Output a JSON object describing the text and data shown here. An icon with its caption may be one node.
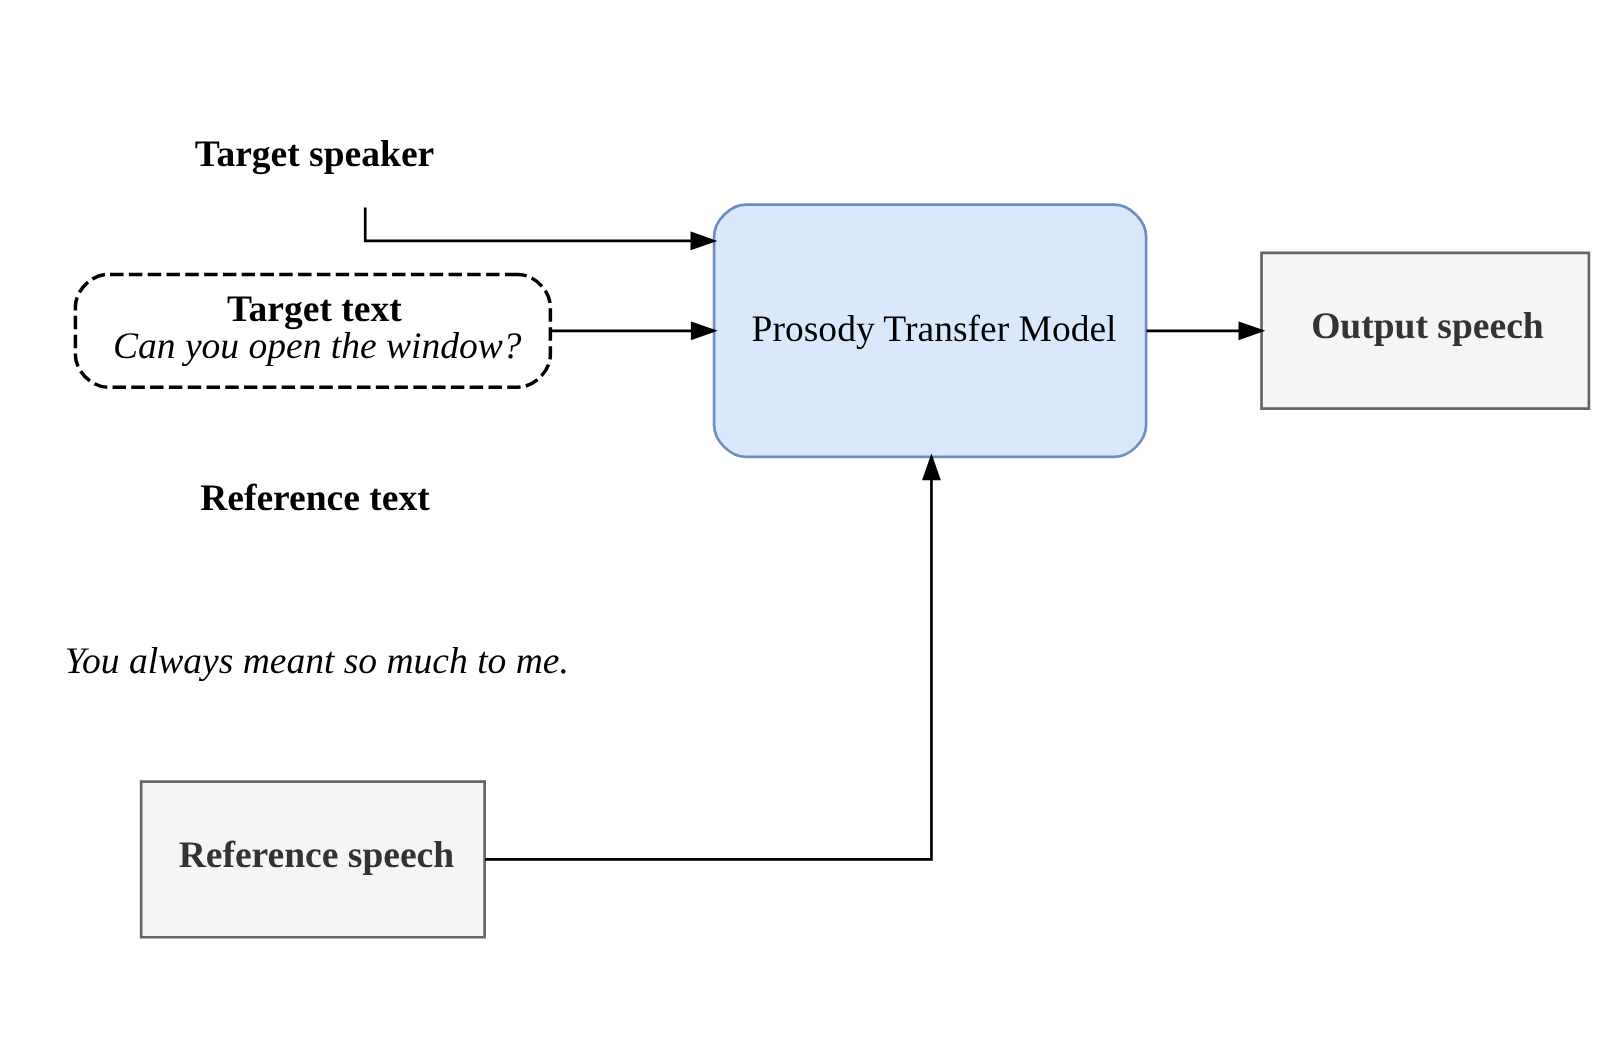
{
  "diagram": {
    "nodes": [
      {
        "text": [
          "Target speaker"
        ]
      },
      {
        "text": [
          "Target text",
          "Can you open the window?"
        ]
      },
      {
        "text": [
          "Prosody Transfer Model"
        ]
      },
      {
        "text": [
          "Output speech"
        ]
      },
      {
        "text": [
          "Reference speech"
        ]
      }
    ],
    "edges": [
      {
        "from": 0,
        "to": 2,
        "arrow": "to"
      },
      {
        "from": 1,
        "to": 2,
        "arrow": "to"
      },
      {
        "from": 4,
        "to": 2,
        "arrow": "to"
      },
      {
        "from": 2,
        "to": 3,
        "arrow": "to"
      }
    ],
    "labels": [
      "Reference text",
      "You always meant so much to me."
    ]
  }
}
